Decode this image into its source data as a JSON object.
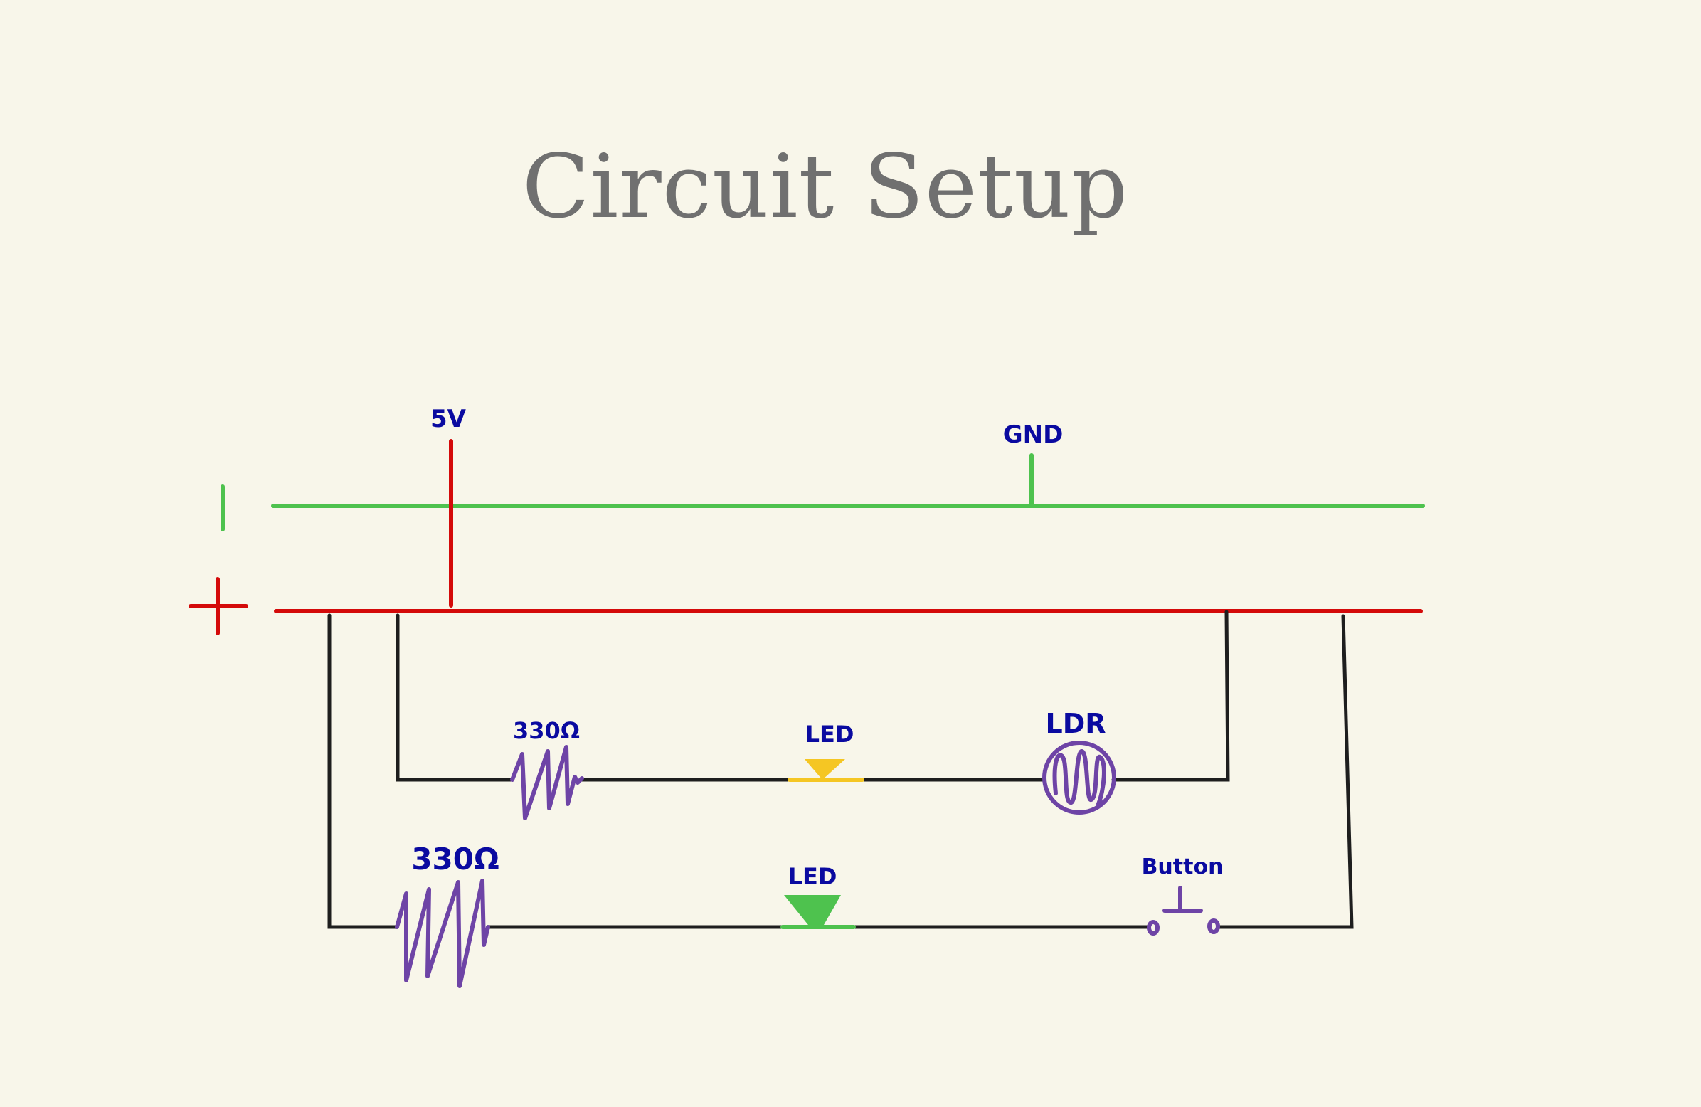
{
  "title": "Circuit Setup",
  "colors": {
    "background": "#f8f6ea",
    "title": "#707070",
    "labels": "#0a0aa0",
    "positive_rail": "#d40a0a",
    "negative_rail": "#4ec24e",
    "wire": "#1e1e1e",
    "component": "#6e44a6",
    "led_yellow": "#f5c623",
    "led_green": "#4ec24e"
  },
  "rails": {
    "negative": {
      "symbol": "|",
      "label": "GND"
    },
    "positive": {
      "symbol": "+",
      "label": "5V"
    }
  },
  "branches": [
    {
      "name": "upper-branch",
      "components": [
        {
          "type": "resistor",
          "label": "330Ω"
        },
        {
          "type": "led",
          "label": "LED",
          "color": "yellow"
        },
        {
          "type": "ldr",
          "label": "LDR"
        }
      ]
    },
    {
      "name": "lower-branch",
      "components": [
        {
          "type": "resistor",
          "label": "330Ω"
        },
        {
          "type": "led",
          "label": "LED",
          "color": "green"
        },
        {
          "type": "push-button",
          "label": "Button"
        }
      ]
    }
  ]
}
